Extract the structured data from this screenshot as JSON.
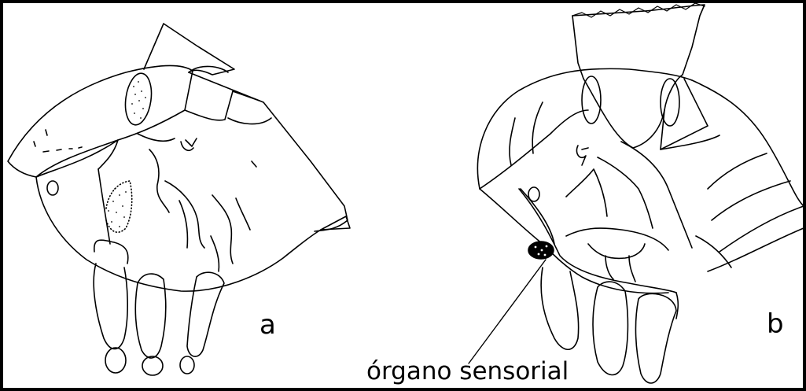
{
  "figure": {
    "panel_a": {
      "label": "a"
    },
    "panel_b": {
      "label": "b"
    },
    "annotation": {
      "text": "órgano sensorial"
    }
  }
}
